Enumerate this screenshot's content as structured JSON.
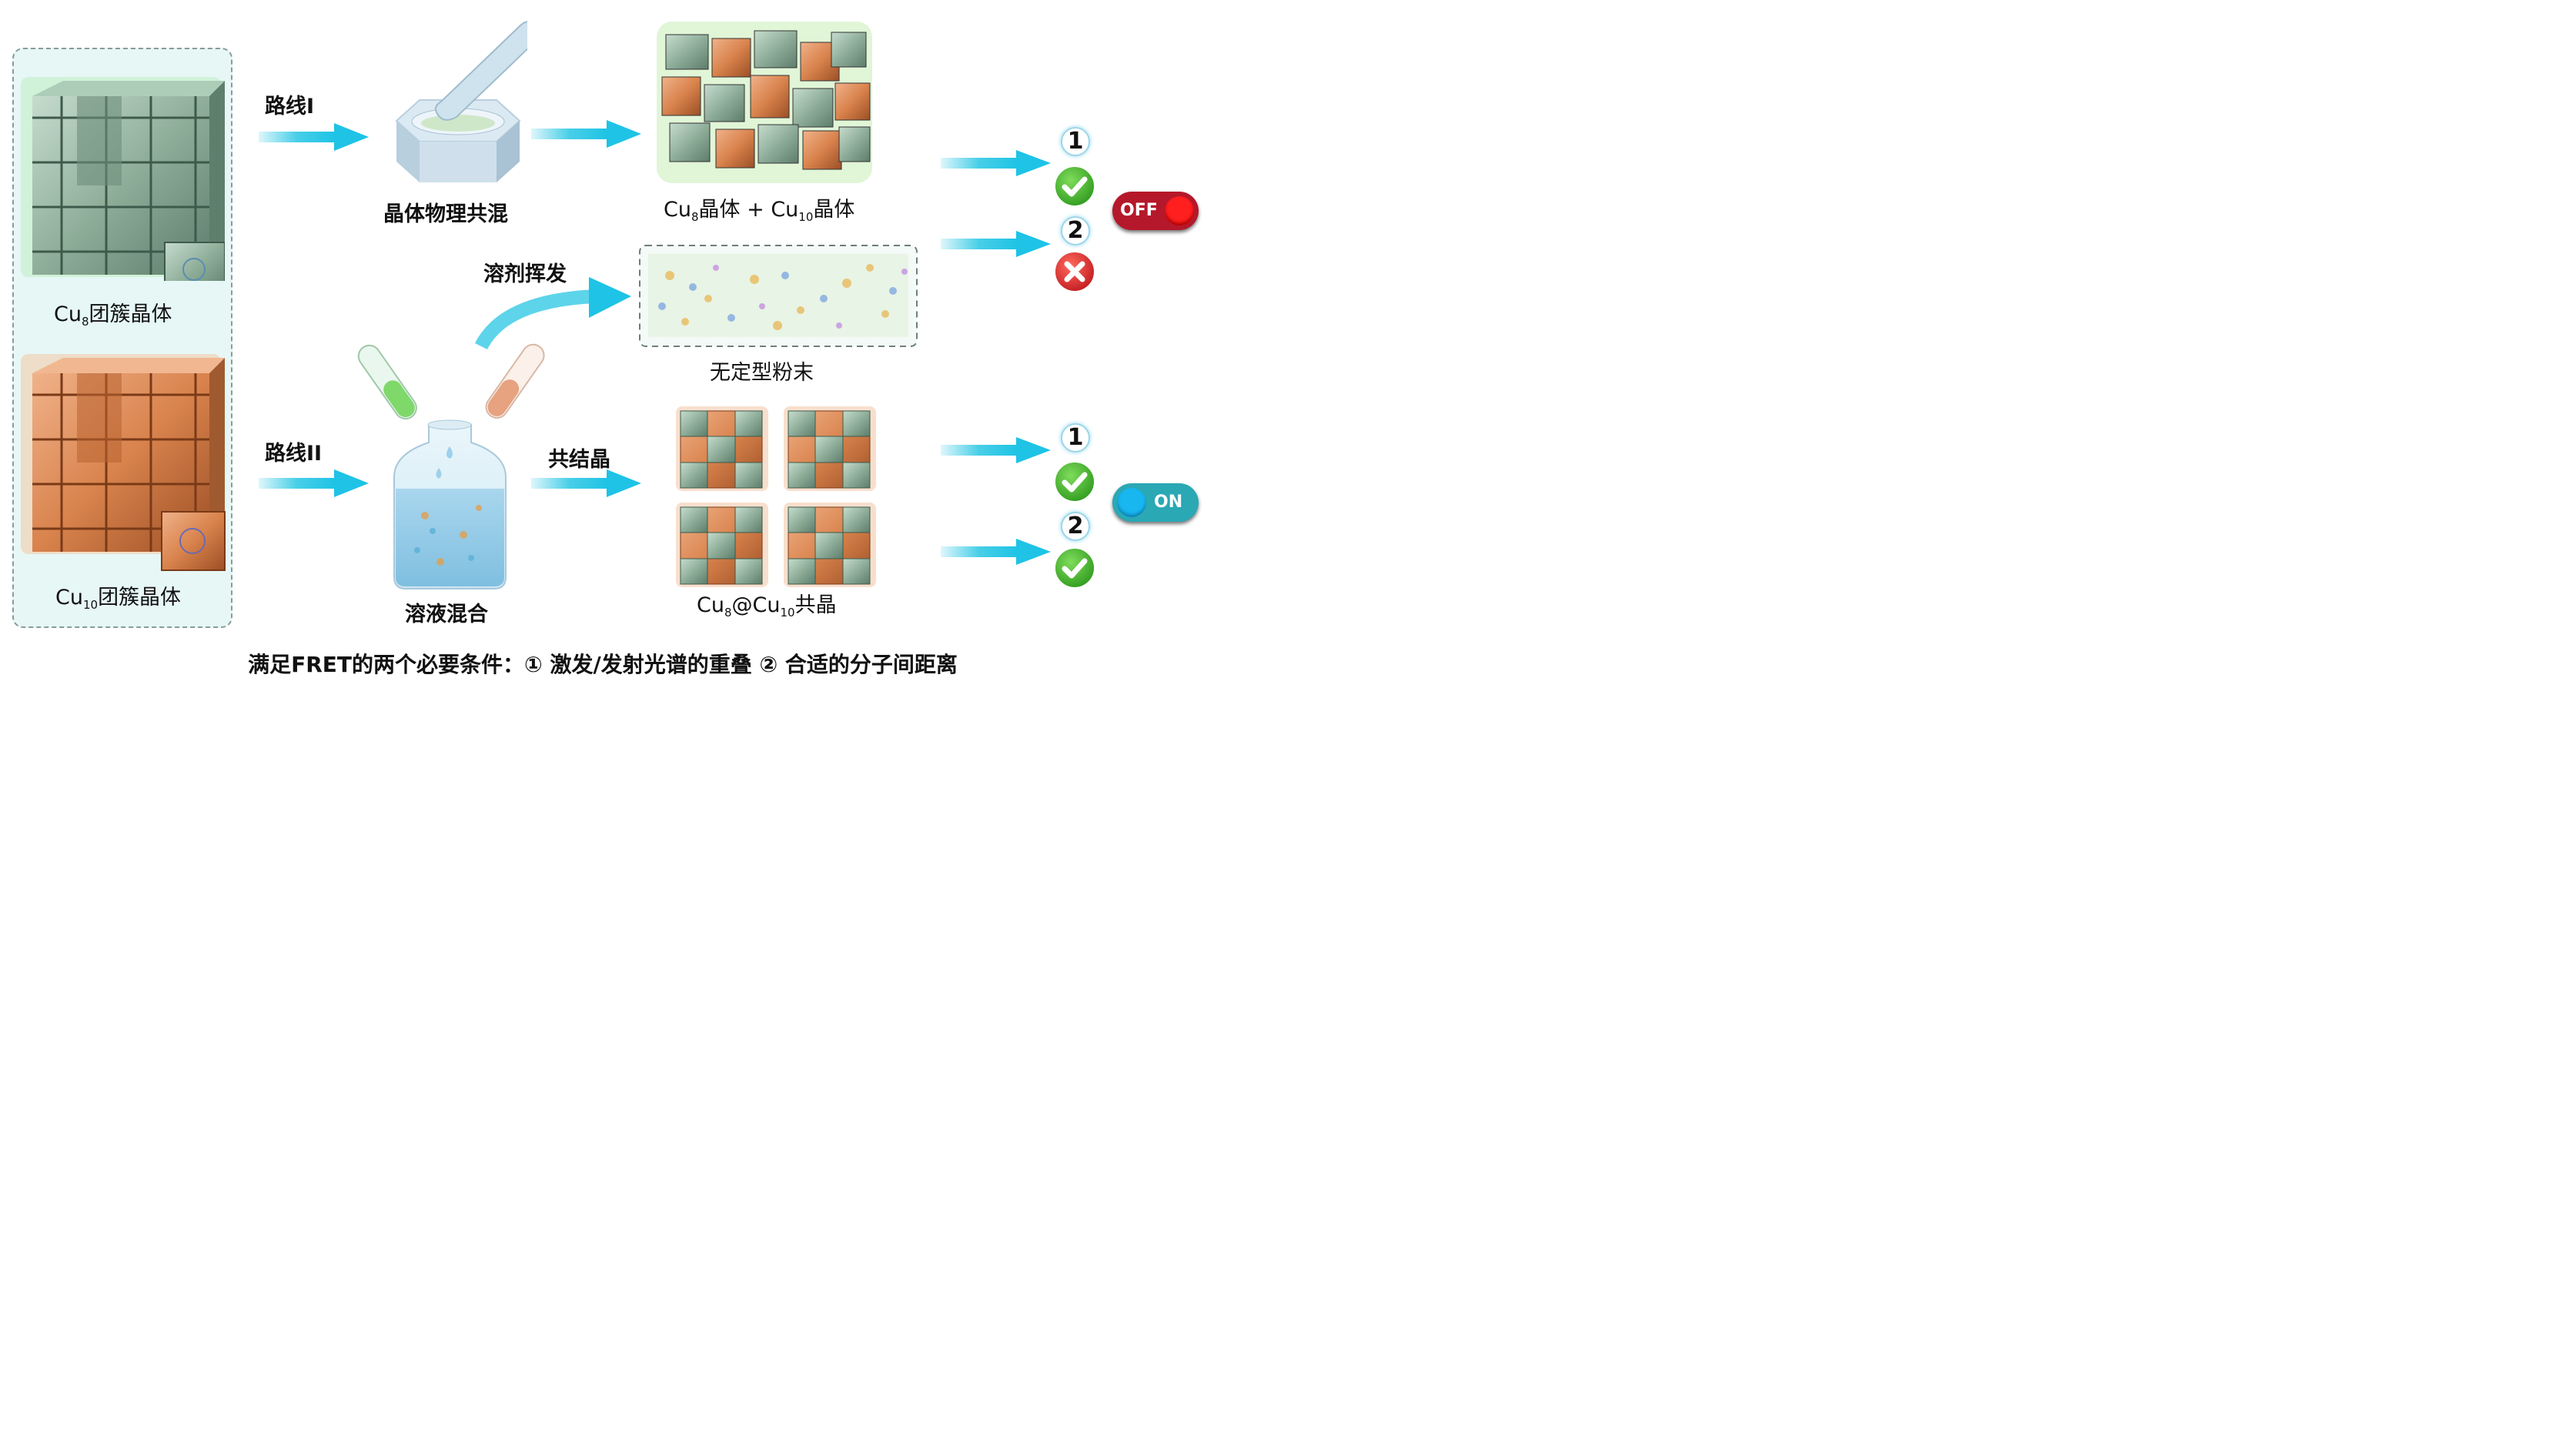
{
  "crystals": {
    "cu8_label": "Cu",
    "cu8_sub": "8",
    "cu8_suffix": "团簇晶体",
    "cu10_label": "Cu",
    "cu10_sub": "10",
    "cu10_suffix": "团簇晶体"
  },
  "route1": {
    "label": "路线I",
    "mixing_label": "晶体物理共混",
    "product_a": "Cu",
    "product_a_sub": "8",
    "product_a_suffix": "晶体",
    "plus": "+",
    "product_b": "Cu",
    "product_b_sub": "10",
    "product_b_suffix": "晶体"
  },
  "route2": {
    "label": "路线II",
    "mixing_label": "溶液混合",
    "evaporation_label": "溶剂挥发",
    "amorphous_label": "无定型粉末",
    "cocrystal_step": "共结晶",
    "cocrystal_a": "Cu",
    "cocrystal_a_sub": "8",
    "cocrystal_at": "@Cu",
    "cocrystal_b_sub": "10",
    "cocrystal_suffix": "共晶"
  },
  "conditions": {
    "top": [
      {
        "num": "1",
        "status": "check"
      },
      {
        "num": "2",
        "status": "cross"
      }
    ],
    "bottom": [
      {
        "num": "1",
        "status": "check"
      },
      {
        "num": "2",
        "status": "check"
      }
    ]
  },
  "switches": {
    "off_label": "OFF",
    "on_label": "ON",
    "off_color": "#c0202c",
    "on_color": "#2aa8b4"
  },
  "colors": {
    "arrow": "#27c6e3",
    "green_cube": "#8fae9a",
    "copper_cube": "#d9834d",
    "check": "#3fae2a",
    "cross": "#d9232a"
  },
  "footer": "满足FRET的两个必要条件：① 激发/发射光谱的重叠    ② 合适的分子间距离"
}
